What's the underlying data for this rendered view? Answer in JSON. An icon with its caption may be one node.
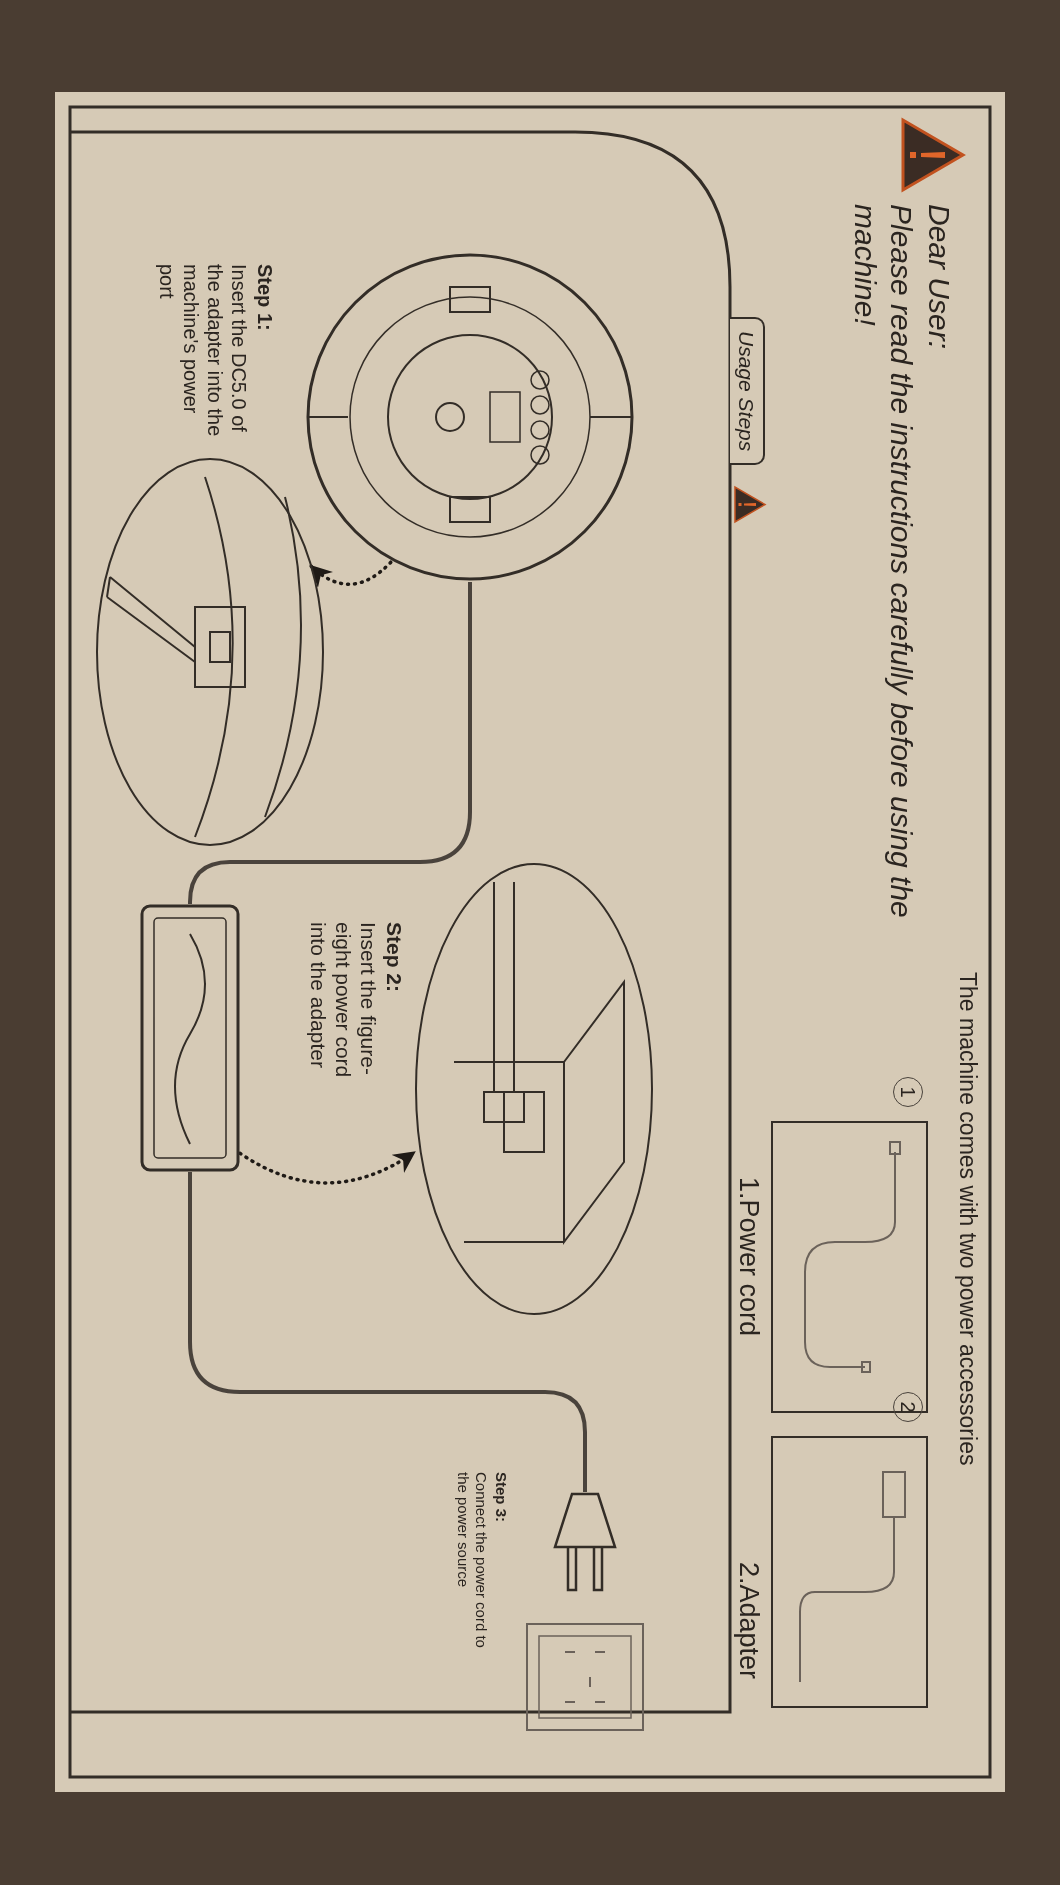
{
  "diagram": {
    "nodes": [
      {
        "text": [],
        "shape": "picture"
      },
      {
        "text": [],
        "shape": "picture"
      },
      {
        "text": [],
        "shape": "picture"
      },
      {
        "text": [],
        "shape": "picture"
      },
      {
        "text": [],
        "shape": "picture"
      },
      {
        "text": [],
        "shape": "picture"
      }
    ],
    "edges": [
      {
        "from": 0,
        "to": 2,
        "arrow": "none"
      },
      {
        "from": 0,
        "to": 1,
        "arrow": "to",
        "style": "dashed"
      },
      {
        "from": 2,
        "to": 4,
        "arrow": "none"
      },
      {
        "from": 2,
        "to": 3,
        "arrow": "to",
        "style": "dashed"
      }
    ],
    "labels": [
      "Dear User:",
      "Please read the instructions carefully before using the machine!",
      "The machine comes with two power accessories",
      "1",
      "2",
      "1.Power cord",
      "2.Adapter",
      "Usage Steps",
      "Step 1:",
      "Insert the DC5.0 of the adapter into the machine's power port",
      "Step 2:",
      "Insert the figure-eight power cord into the adapter",
      "Step 3:",
      "Connect the power cord to the power source"
    ]
  }
}
